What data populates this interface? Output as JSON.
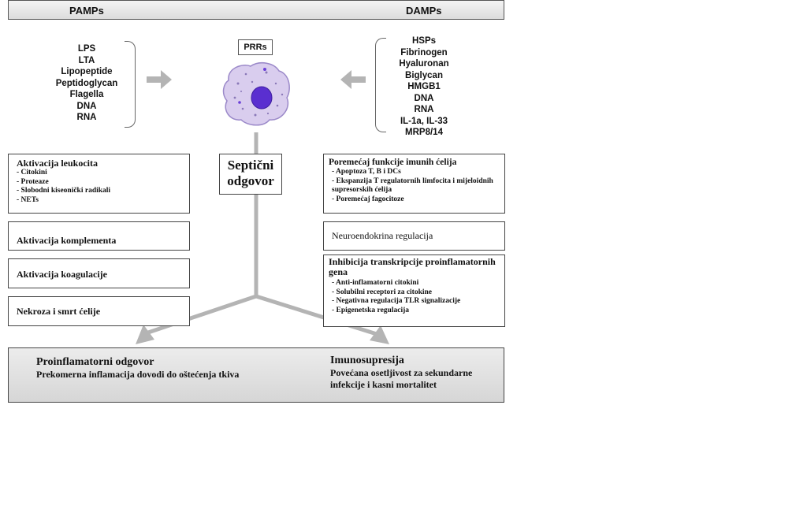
{
  "header": {
    "left_label": "PAMPs",
    "right_label": "DAMPs"
  },
  "pamps": [
    "LPS",
    "LTA",
    "Lipopeptide",
    "Peptidoglycan",
    "Flagella",
    "DNA",
    "RNA"
  ],
  "damps": [
    "HSPs",
    "Fibrinogen",
    "Hyaluronan",
    "Biglycan",
    "HMGB1",
    "DNA",
    "RNA",
    "IL-1a, IL-33",
    "MRP8/14"
  ],
  "center": {
    "receptor_label": "PRRs",
    "septic_label": "Septični odgovor"
  },
  "left_boxes": [
    {
      "title": "Aktivacija leukocita",
      "items": [
        "Citokini",
        "Proteaze",
        "Slobodni kiseonički radikali",
        "NETs"
      ]
    },
    {
      "title": "Aktivacija komplementa"
    },
    {
      "title": "Aktivacija koagulacije"
    },
    {
      "title": "Nekroza i smrt ćelije"
    }
  ],
  "right_boxes": [
    {
      "title": "Poremećaj funkcije imunih ćelija",
      "items": [
        "Apoptoza T, B i DCs",
        "Ekspanzija T regulatornih limfocita i mijeloidnih supresorskih ćelija",
        "Poremećaj fagocitoze"
      ]
    },
    {
      "title": "Neuroendokrina regulacija"
    },
    {
      "title": "Inhibicija transkripcije proinflamatornih gena",
      "items": [
        "Anti-inflamatorni citokini",
        "Solubilni receptori za citokine",
        "Negativna regulacija TLR signalizacije",
        "Epigenetska regulacija"
      ]
    }
  ],
  "outcomes": {
    "left": {
      "title": "Proinflamatorni odgovor",
      "description": "Prekomerna inflamacija dovodi do oštećenja tkiva"
    },
    "right": {
      "title": "Imunosupresija",
      "description": "Povećana osetljivost za sekundarne infekcije i kasni mortalitet"
    }
  },
  "colors": {
    "arrow": "#b4b4b4",
    "cell_body": "#d9cdee",
    "cell_outline": "#9b89c9",
    "nucleus": "#5a2fd0",
    "panel": "#dcdcdc"
  }
}
